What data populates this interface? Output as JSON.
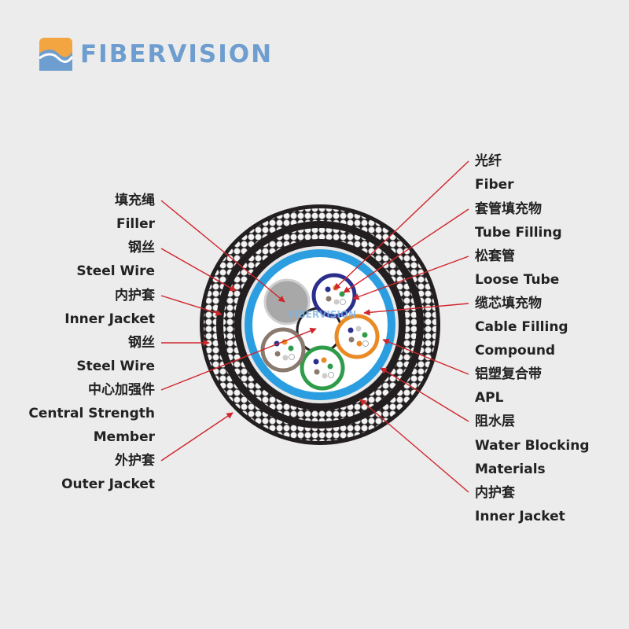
{
  "logo": {
    "text": "FIBERVISION"
  },
  "left_labels": [
    "填充绳",
    "Filler",
    "钢丝",
    "Steel Wire",
    "内护套",
    "Inner Jacket",
    "钢丝",
    "Steel Wire",
    "中心加强件",
    "Central Strength",
    "Member",
    "外护套",
    "Outer Jacket"
  ],
  "right_labels": [
    "光纤",
    "Fiber",
    "套管填充物",
    "Tube Filling",
    "松套管",
    "Loose Tube",
    "缆芯填充物",
    "Cable Filling",
    "Compound",
    "铝塑复合带",
    "APL",
    "阻水层",
    "Water Blocking",
    "Materials",
    "内护套",
    "Inner Jacket"
  ],
  "center_watermark": "FIBERVISION",
  "colors": {
    "logo_orange": "#f2a541",
    "logo_blue": "#6e9ecf",
    "outer_jacket": "#231f20",
    "steel_wire": "#d9d9d9",
    "water_blocking": "#2a9ee0",
    "arrow": "#d0252b",
    "tube_blue": "#2b2e8a",
    "tube_orange": "#ea8a25",
    "tube_green": "#2f9c4a",
    "tube_brown": "#8a7a6e",
    "filler": "#a8a8a8"
  }
}
